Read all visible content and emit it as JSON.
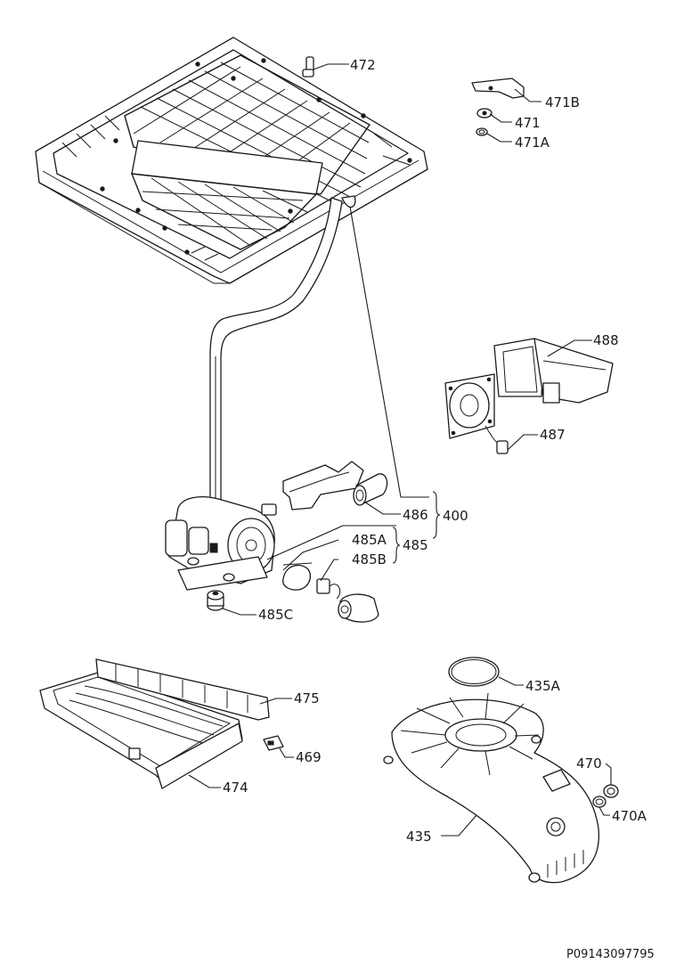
{
  "labels": {
    "p472": "472",
    "p471B": "471B",
    "p471": "471",
    "p471A": "471A",
    "p488": "488",
    "p487": "487",
    "p486": "486",
    "p400": "400",
    "p485A": "485A",
    "p485": "485",
    "p485B": "485B",
    "p485C": "485C",
    "p475": "475",
    "p469": "469",
    "p474": "474",
    "p435A": "435A",
    "p470": "470",
    "p470A": "470A",
    "p435": "435"
  },
  "drawing_code": "P09143097795"
}
